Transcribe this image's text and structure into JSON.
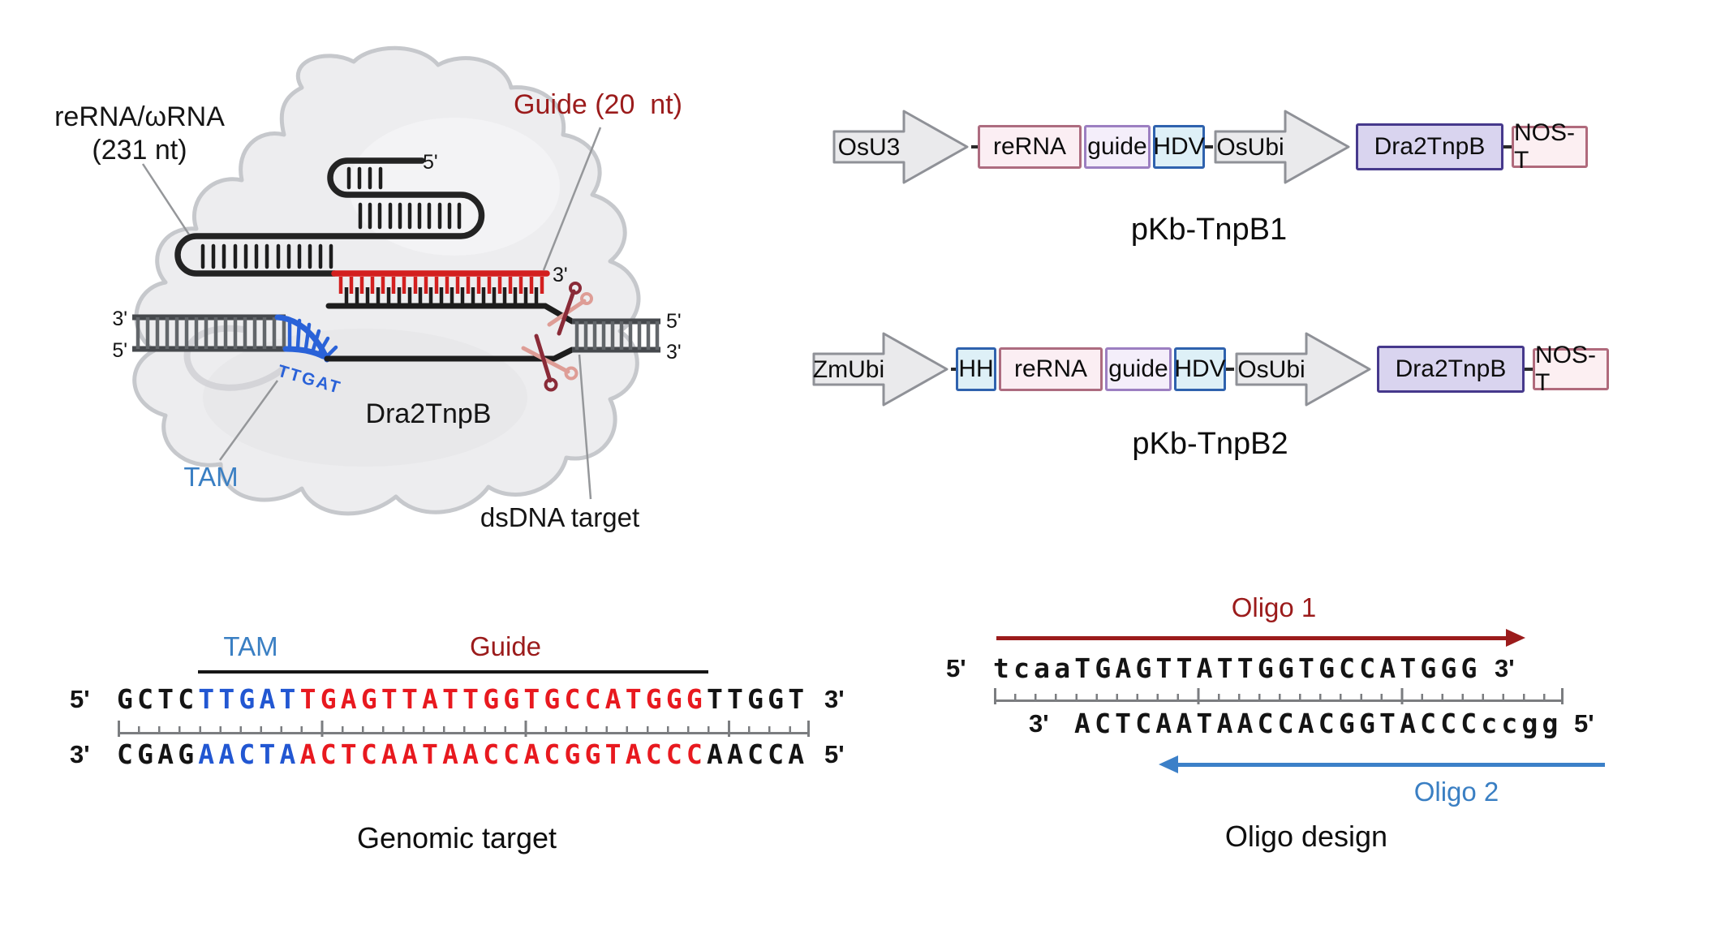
{
  "ends": {
    "five": "5'",
    "three": "3'"
  },
  "protein_panel": {
    "rerna_label": [
      "reRNA/ωRNA",
      "(231 nt)"
    ],
    "guide_label": "Guide (20  nt)",
    "tam_seq": "TTGAT",
    "tam_label": "TAM",
    "protein_name": "Dra2TnpB",
    "dsdna_label": "dsDNA target"
  },
  "constructs": {
    "c1": {
      "name": "pKb-TnpB1",
      "parts": [
        "OsU3",
        "reRNA",
        "guide",
        "HDV",
        "OsUbi",
        "Dra2TnpB",
        "NOS-T"
      ]
    },
    "c2": {
      "name": "pKb-TnpB2",
      "parts": [
        "ZmUbi",
        "HH",
        "reRNA",
        "guide",
        "HDV",
        "OsUbi",
        "Dra2TnpB",
        "NOS-T"
      ]
    }
  },
  "genomic": {
    "tam_label": "TAM",
    "guide_label": "Guide",
    "top_segments": [
      "GCTC",
      "TTGAT",
      "TGAGTTATTGGTGCCATGGG",
      "TTGGT"
    ],
    "bottom_segments": [
      "CGAG",
      "AACTA",
      "ACTCAATAACCACGGTACCC",
      "AACCA"
    ],
    "caption": "Genomic target"
  },
  "oligo": {
    "oligo1_label": "Oligo 1",
    "oligo2_label": "Oligo 2",
    "top_seq": "tcaaTGAGTTATTGGTGCCATGGG",
    "bottom_seq": "ACTCAATAACCACGGTACCCccgg",
    "caption": "Oligo design"
  },
  "colors": {
    "guide_red": "#d31f1f",
    "sequence_red": "#e8191f",
    "dark_red_label": "#9b1b1b",
    "tam_blue": "#2a62d8",
    "sequence_blue": "#2257d2",
    "blue_label": "#3a7fc3"
  }
}
